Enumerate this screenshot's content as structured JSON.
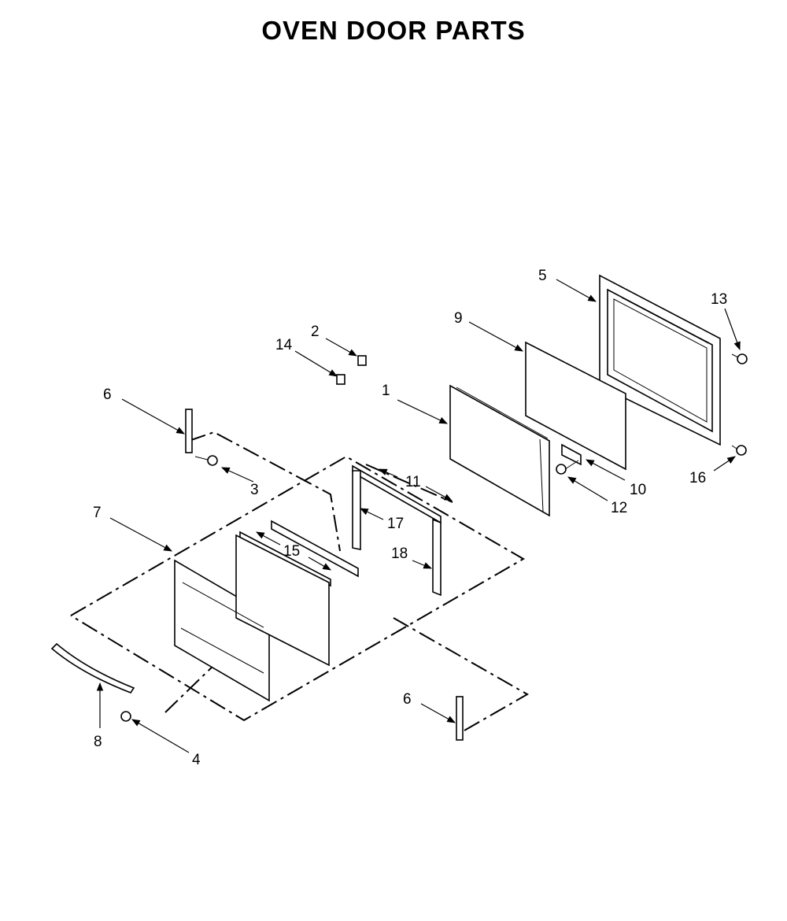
{
  "title": "OVEN DOOR PARTS",
  "callouts": [
    {
      "key": "1",
      "text": "1"
    },
    {
      "key": "2",
      "text": "2"
    },
    {
      "key": "3",
      "text": "3"
    },
    {
      "key": "4",
      "text": "4"
    },
    {
      "key": "5",
      "text": "5"
    },
    {
      "key": "6a",
      "text": "6"
    },
    {
      "key": "6b",
      "text": "6"
    },
    {
      "key": "7",
      "text": "7"
    },
    {
      "key": "8",
      "text": "8"
    },
    {
      "key": "9",
      "text": "9"
    },
    {
      "key": "10",
      "text": "10"
    },
    {
      "key": "11",
      "text": "11"
    },
    {
      "key": "12",
      "text": "12"
    },
    {
      "key": "13",
      "text": "13"
    },
    {
      "key": "14",
      "text": "14"
    },
    {
      "key": "15",
      "text": "15"
    },
    {
      "key": "16",
      "text": "16"
    },
    {
      "key": "17",
      "text": "17"
    },
    {
      "key": "18",
      "text": "18"
    }
  ]
}
